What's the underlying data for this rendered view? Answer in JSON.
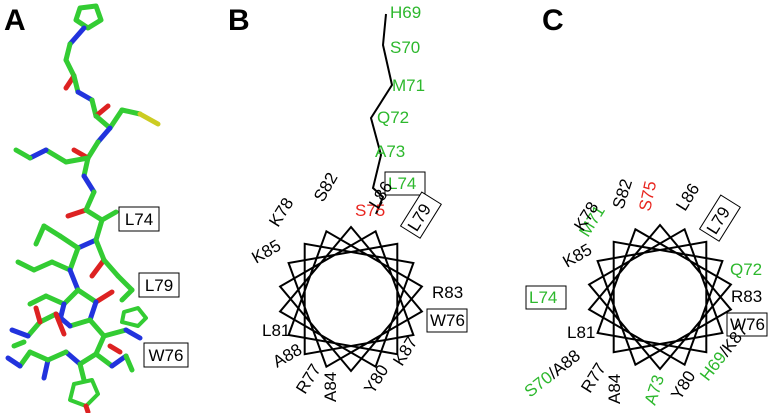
{
  "colors": {
    "green": "#2db82d",
    "red": "#e8251f",
    "black": "#000000",
    "stick_green": "#33cc33",
    "stick_blue": "#2233dd",
    "stick_red": "#dd2222",
    "stick_yellow": "#cccc22"
  },
  "panels": {
    "a": {
      "letter": "A",
      "labels": [
        "L74",
        "L79",
        "W76"
      ]
    },
    "b": {
      "letter": "B",
      "tail": [
        {
          "label": "H69",
          "color": "green"
        },
        {
          "label": "S70",
          "color": "green"
        },
        {
          "label": "M71",
          "color": "green"
        },
        {
          "label": "Q72",
          "color": "green"
        },
        {
          "label": "A73",
          "color": "green"
        }
      ],
      "wheel": [
        {
          "label": "L74",
          "color": "green",
          "boxed": true
        },
        {
          "label": "S75",
          "color": "red",
          "boxed": false
        },
        {
          "label": "W76",
          "color": "black",
          "boxed": true
        },
        {
          "label": "R77",
          "color": "black",
          "boxed": false
        },
        {
          "label": "K78",
          "color": "black",
          "boxed": false
        },
        {
          "label": "L79",
          "color": "black",
          "boxed": true
        },
        {
          "label": "Y80",
          "color": "black",
          "boxed": false
        },
        {
          "label": "L81",
          "color": "black",
          "boxed": false
        },
        {
          "label": "S82",
          "color": "black",
          "boxed": false
        },
        {
          "label": "R83",
          "color": "black",
          "boxed": false
        },
        {
          "label": "A84",
          "color": "black",
          "boxed": false
        },
        {
          "label": "K85",
          "color": "black",
          "boxed": false
        },
        {
          "label": "L86",
          "color": "black",
          "boxed": false
        },
        {
          "label": "K87",
          "color": "black",
          "boxed": false
        },
        {
          "label": "A88",
          "color": "black",
          "boxed": false
        }
      ]
    },
    "c": {
      "letter": "C",
      "wheel": [
        {
          "parts": [
            {
              "text": "M71",
              "color": "green"
            }
          ]
        },
        {
          "parts": [
            {
              "text": "S82",
              "color": "black"
            }
          ]
        },
        {
          "parts": [
            {
              "text": "S75",
              "color": "red"
            }
          ]
        },
        {
          "parts": [
            {
              "text": "L86",
              "color": "black"
            }
          ]
        },
        {
          "parts": [
            {
              "text": "L79",
              "color": "black"
            }
          ],
          "boxed": true
        },
        {
          "parts": [
            {
              "text": "Q72",
              "color": "green"
            }
          ]
        },
        {
          "parts": [
            {
              "text": "R83",
              "color": "black"
            }
          ]
        },
        {
          "parts": [
            {
              "text": "W76",
              "color": "black"
            }
          ],
          "boxed": true
        },
        {
          "parts": [
            {
              "text": "H69",
              "color": "green"
            },
            {
              "text": "/K87",
              "color": "black"
            }
          ]
        },
        {
          "parts": [
            {
              "text": "Y80",
              "color": "black"
            }
          ]
        },
        {
          "parts": [
            {
              "text": "A73",
              "color": "green"
            }
          ]
        },
        {
          "parts": [
            {
              "text": "A84",
              "color": "black"
            }
          ]
        },
        {
          "parts": [
            {
              "text": "R77",
              "color": "black"
            }
          ]
        },
        {
          "parts": [
            {
              "text": "S70",
              "color": "green"
            },
            {
              "text": "/A88",
              "color": "black"
            }
          ]
        },
        {
          "parts": [
            {
              "text": "L81",
              "color": "black"
            }
          ]
        },
        {
          "parts": [
            {
              "text": "L74",
              "color": "green"
            }
          ],
          "boxed": true
        },
        {
          "parts": [
            {
              "text": "K85",
              "color": "black"
            }
          ]
        },
        {
          "parts": [
            {
              "text": "K78",
              "color": "black"
            }
          ]
        }
      ]
    }
  }
}
